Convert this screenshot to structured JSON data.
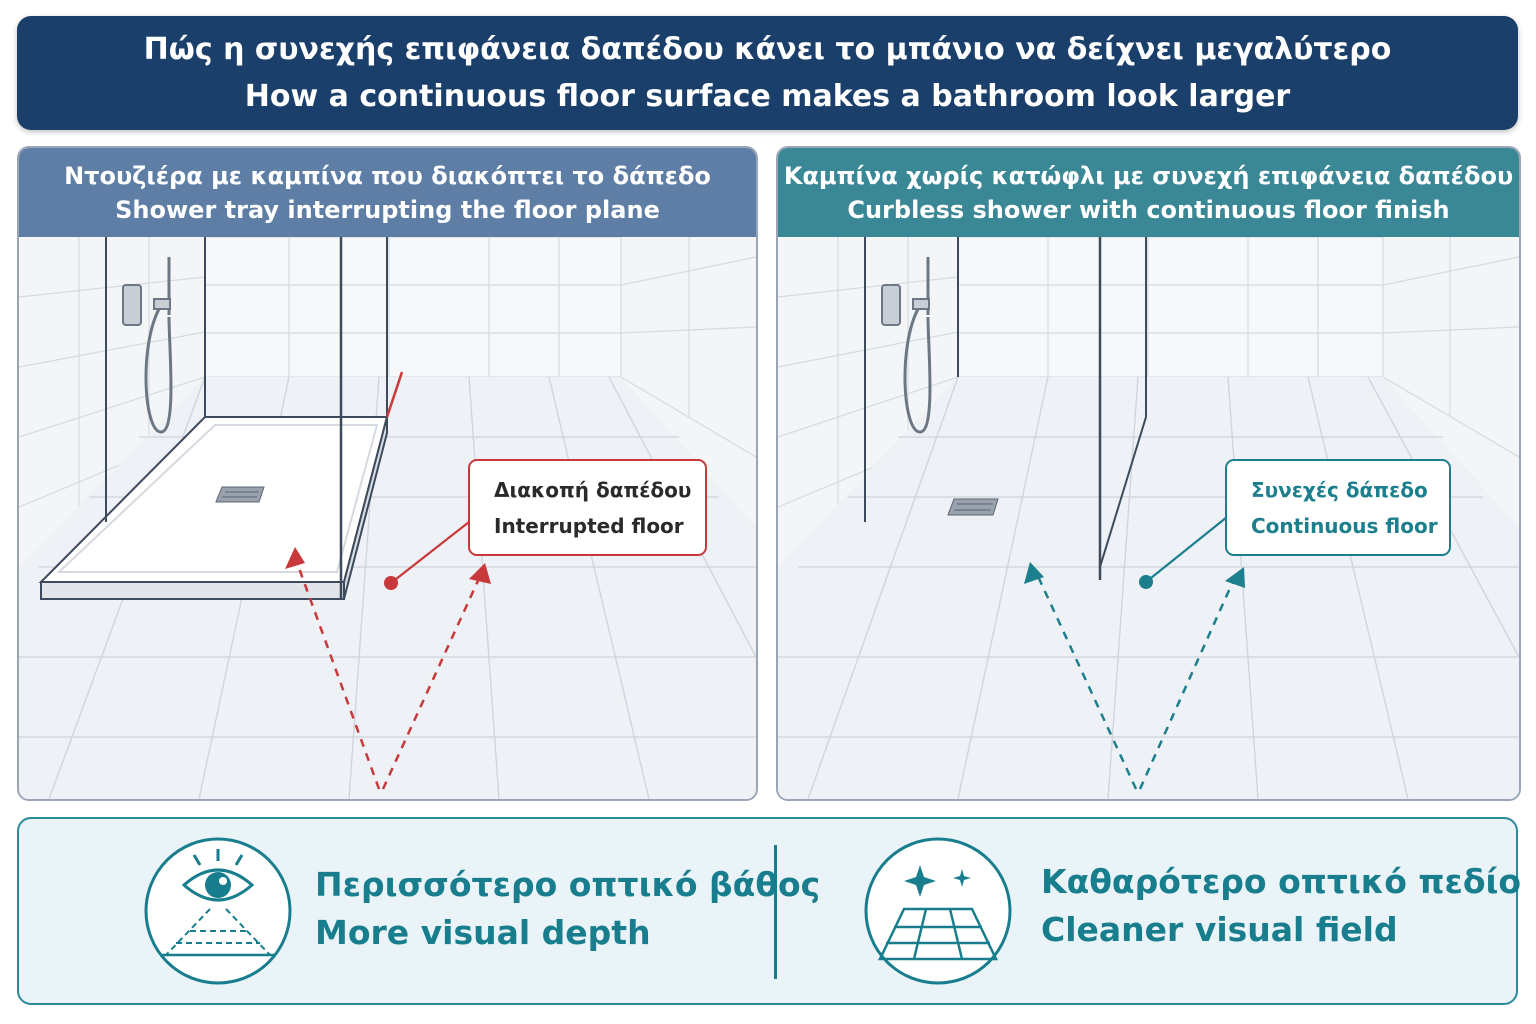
{
  "title": {
    "greek": "Πώς η συνεχής επιφάνεια δαπέδου κάνει το μπάνιο να δείχνει μεγαλύτερο",
    "english": "How a continuous floor surface makes a bathroom look larger"
  },
  "panels": {
    "left": {
      "header_greek": "Ντουζιέρα με καμπίνα που διακόπτει το δάπεδο",
      "header_english": "Shower tray interrupting the floor plane",
      "callout_greek": "Διακοπή δαπέδου",
      "callout_english": "Interrupted floor",
      "accent": "#c8393b"
    },
    "right": {
      "header_greek": "Καμπίνα χωρίς κατώφλι με συνεχή επιφάνεια δαπέδου",
      "header_english": "Curbless shower with continuous floor finish",
      "callout_greek": "Συνεχές δάπεδο",
      "callout_english": "Continuous floor",
      "accent": "#1c7f8e"
    }
  },
  "benefits": [
    {
      "icon": "eye-perspective-icon",
      "greek": "Περισσότερο οπτικό βάθος",
      "english": "More visual depth"
    },
    {
      "icon": "sparkle-floor-icon",
      "greek": "Καθαρότερο οπτικό πεδίο",
      "english": "Cleaner visual field"
    }
  ],
  "colors": {
    "title_bg": "#1b3f6b",
    "left_header": "#5f7ea6",
    "right_header": "#3a8795",
    "teal": "#187e8d"
  }
}
